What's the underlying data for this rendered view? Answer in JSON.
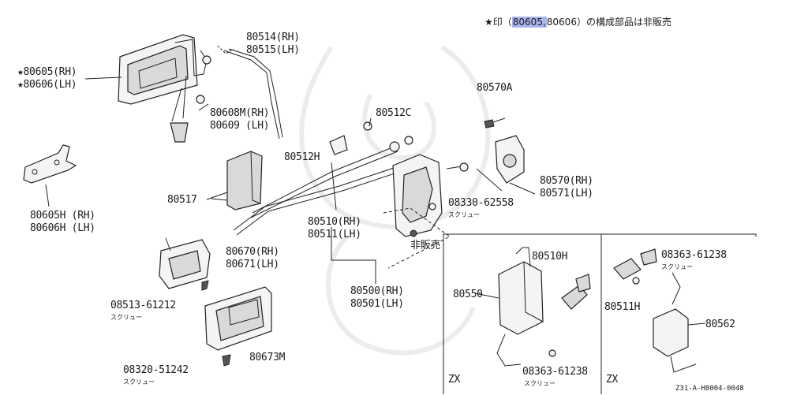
{
  "note": {
    "star": "★",
    "prefix": "印（",
    "highlight": "80605,",
    "rest": "80606）の構成部品は非販売"
  },
  "labels": {
    "p80605rh": "★80605(RH)",
    "p80606lh": "★80606(LH)",
    "p80514rh": "80514(RH)",
    "p80515lh": "80515(LH)",
    "p80608m": "80608M(RH)",
    "p80609": "80609 (LH)",
    "p80512c": "80512C",
    "p80570a": "80570A",
    "p80512h": "80512H",
    "p80517": "80517",
    "p80605h": "80605H (RH)",
    "p80606h": "80606H (LH)",
    "p08330": "08330-62558",
    "p80570rh": "80570(RH)",
    "p80571lh": "80571(LH)",
    "p80510rh": "80510(RH)",
    "p80511lh": "80511(LH)",
    "hihanbai": "非販売",
    "p80670rh": "80670(RH)",
    "p80671lh": "80671(LH)",
    "p80500rh": "80500(RH)",
    "p80501lh": "80501(LH)",
    "p08513": "08513-61212",
    "p80673m": "80673M",
    "p08320": "08320-51242",
    "p80510h": "80510H",
    "p80550": "80550",
    "p08363a": "08363-61238",
    "p08363b": "08363-61238",
    "p80511h": "80511H",
    "p80562": "80562",
    "zx1": "ZX",
    "zx2": "ZX",
    "diagram_code": "Z31-A-H8004-0048"
  },
  "screw_notes": {
    "s08330": "スクリュー",
    "s08513": "スクリュー",
    "s08320": "スクリュー",
    "s08363a": "スクリュー",
    "s08363b": "スクリュー"
  }
}
